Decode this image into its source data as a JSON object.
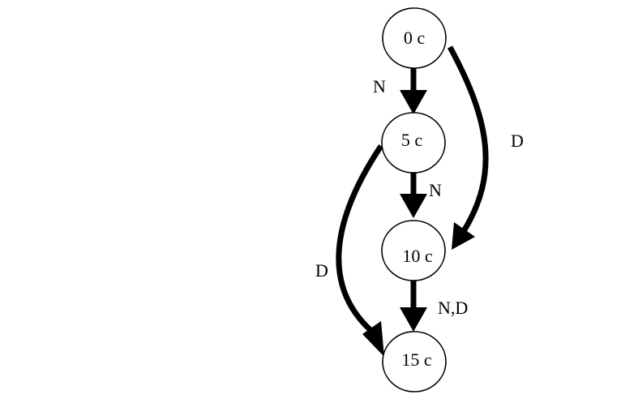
{
  "states": [
    {
      "id": "s0",
      "label": "0 c"
    },
    {
      "id": "s5",
      "label": "5 c"
    },
    {
      "id": "s10",
      "label": "10 c"
    },
    {
      "id": "s15",
      "label": "15 c"
    }
  ],
  "transitions": [
    {
      "from": "0 c",
      "to": "5 c",
      "label": "N"
    },
    {
      "from": "0 c",
      "to": "10 c",
      "label": "D"
    },
    {
      "from": "5 c",
      "to": "10 c",
      "label": "N"
    },
    {
      "from": "5 c",
      "to": "15 c",
      "label": "D"
    },
    {
      "from": "10 c",
      "to": "15 c",
      "label": "N,D"
    }
  ],
  "colors": {
    "stroke": "#000000",
    "background": "#ffffff"
  }
}
